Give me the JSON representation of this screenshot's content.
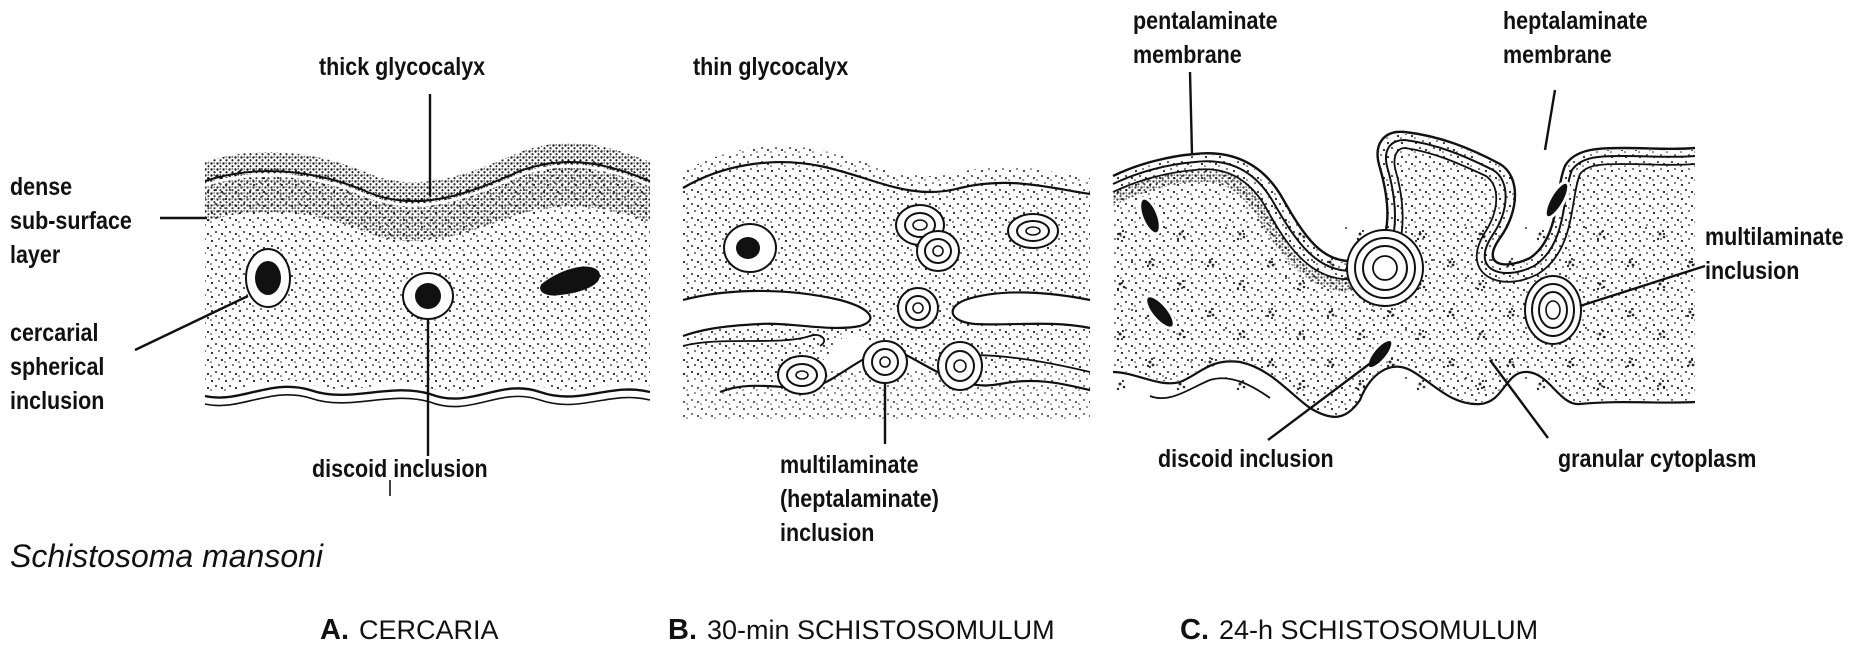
{
  "species": "Schistosoma mansoni",
  "panels": {
    "a": {
      "letter": "A.",
      "caption": "CERCARIA",
      "labels": {
        "thick_glycocalyx": "thick glycocalyx",
        "dense_1": "dense",
        "dense_2": "sub-surface",
        "dense_3": "layer",
        "spherical_1": "cercarial",
        "spherical_2": "spherical",
        "spherical_3": "inclusion",
        "discoid": "discoid inclusion"
      }
    },
    "b": {
      "letter": "B.",
      "caption": "30-min SCHISTOSOMULUM",
      "labels": {
        "thin_glycocalyx": "thin glycocalyx",
        "multi_1": "multilaminate",
        "multi_2": "(heptalaminate)",
        "multi_3": "inclusion"
      }
    },
    "c": {
      "letter": "C.",
      "caption": "24-h SCHISTOSOMULUM",
      "labels": {
        "penta_1": "pentalaminate",
        "penta_2": "membrane",
        "hepta_1": "heptalaminate",
        "hepta_2": "membrane",
        "multi_1": "multilaminate",
        "multi_2": "inclusion",
        "discoid": "discoid inclusion",
        "granular": "granular cytoplasm"
      }
    }
  },
  "colors": {
    "ink": "#111111",
    "paper": "#ffffff"
  }
}
